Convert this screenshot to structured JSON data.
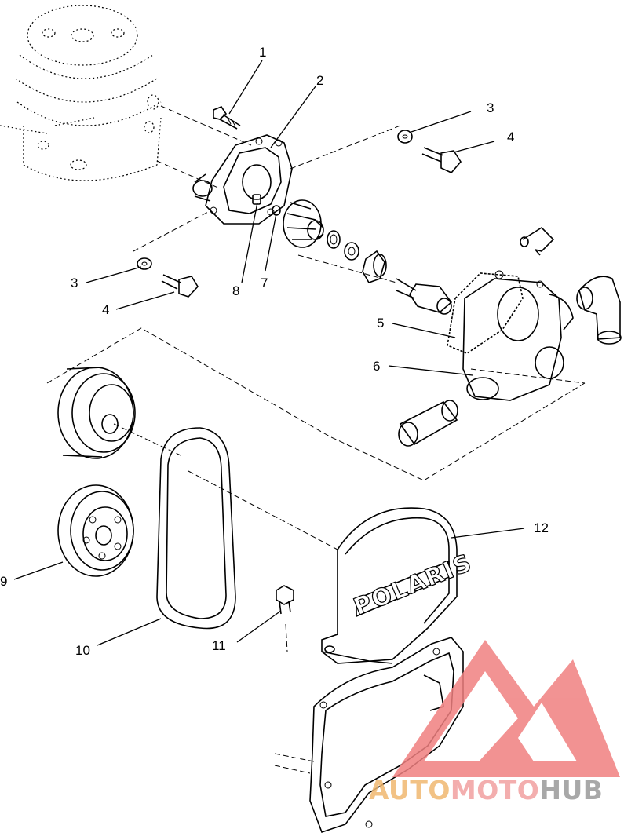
{
  "diagram": {
    "callouts": [
      "1",
      "2",
      "3",
      "3",
      "4",
      "4",
      "5",
      "6",
      "7",
      "8",
      "9",
      "10",
      "11",
      "12"
    ],
    "cover_logo": "POLARIS",
    "watermark": {
      "parts": [
        "AUTO",
        "MOTO",
        "HUB"
      ],
      "colors": [
        "#f0b870",
        "#f2a0a0",
        "#9a9a9a"
      ],
      "triangle_color": "#f08080"
    }
  }
}
